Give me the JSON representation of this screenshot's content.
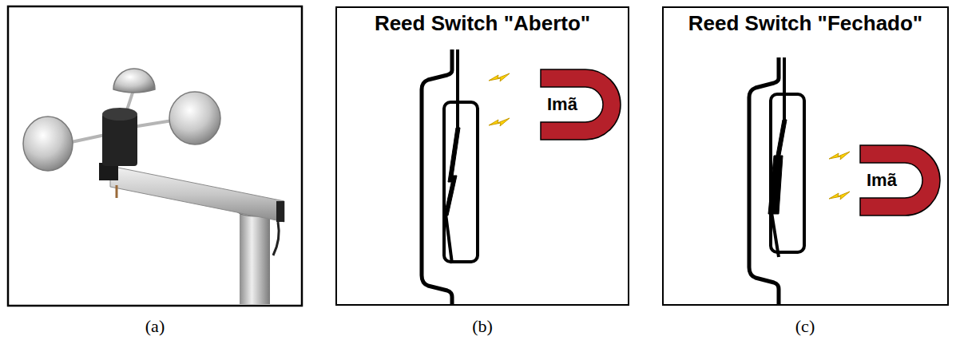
{
  "diagram": {
    "nodes": [
      {
        "text": [
          "Reed Switch \"Aberto\""
        ]
      },
      {
        "text": [
          "Imã"
        ],
        "in": 0
      },
      {
        "text": [
          "Reed Switch \"Fechado\""
        ]
      },
      {
        "text": [
          "Imã"
        ],
        "in": 2
      }
    ],
    "labels": [
      "(a)",
      "(b)",
      "(c)"
    ]
  }
}
